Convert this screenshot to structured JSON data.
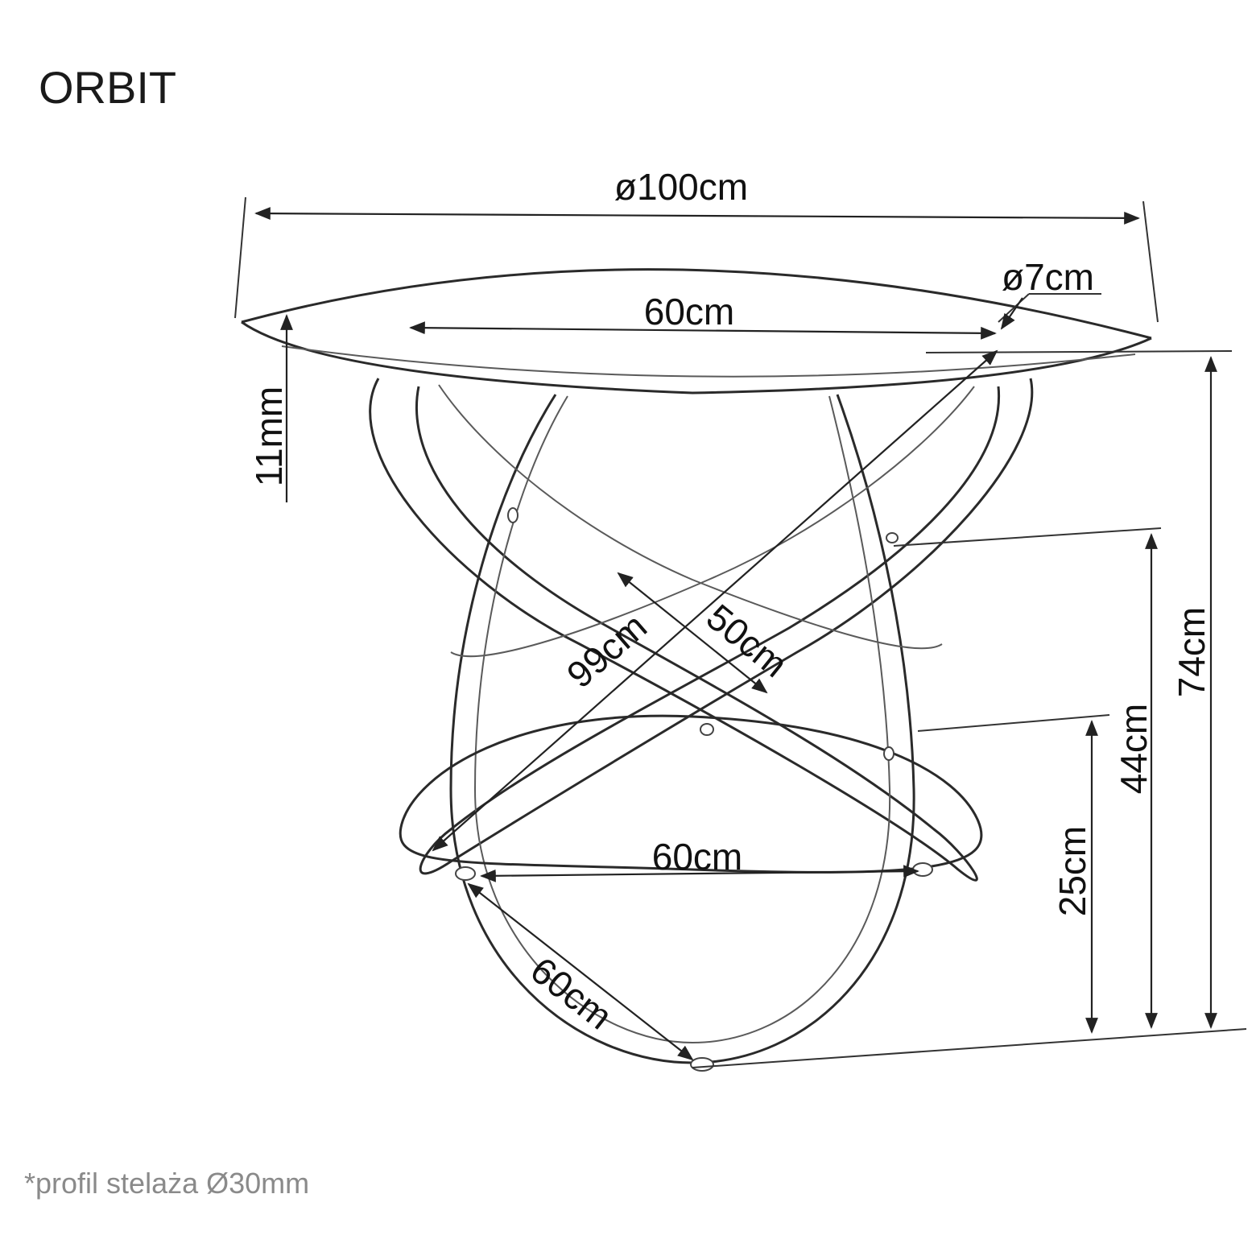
{
  "title": "ORBIT",
  "footnote": "*profil stelaża Ø30mm",
  "dimensions": {
    "top_diameter": "ø100cm",
    "ring_width": "60cm",
    "leg_diameter": "ø7cm",
    "top_thickness": "11mm",
    "total_height": "74cm",
    "ring_height": "44cm",
    "base_height": "25cm",
    "diagonal": "99cm",
    "inner_span": "50cm",
    "base_width": "60cm",
    "base_depth": "60cm"
  },
  "colors": {
    "line": "#222222",
    "text": "#111111",
    "footnote": "#8a8a8a"
  }
}
